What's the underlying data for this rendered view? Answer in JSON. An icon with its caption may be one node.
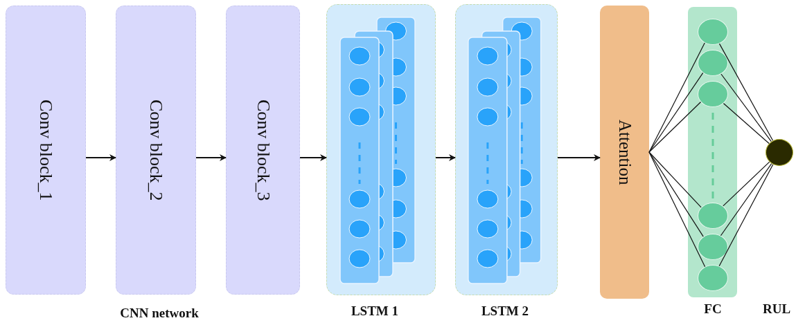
{
  "diagram": {
    "nodes": [
      {
        "text": [
          "Conv block_1"
        ]
      },
      {
        "text": [
          "Conv block_2"
        ]
      },
      {
        "text": [
          "Conv block_3"
        ]
      },
      {
        "text": [
          "LSTM 1"
        ]
      },
      {
        "text": [
          "LSTM 2"
        ]
      },
      {
        "text": [
          "Attention"
        ]
      },
      {
        "text": [
          "FC"
        ]
      },
      {
        "text": [],
        "shape": "circle",
        "in": 6
      },
      {
        "text": [],
        "shape": "circle",
        "in": 6
      },
      {
        "text": [],
        "shape": "circle",
        "in": 6
      },
      {
        "text": [],
        "shape": "circle",
        "in": 6
      },
      {
        "text": [],
        "shape": "circle",
        "in": 6
      },
      {
        "text": [],
        "shape": "circle",
        "in": 6
      },
      {
        "text": [],
        "shape": "circle"
      }
    ],
    "edges": [
      {
        "from": 0,
        "to": 1,
        "arrow": "to"
      },
      {
        "from": 1,
        "to": 2,
        "arrow": "to"
      },
      {
        "from": 2,
        "to": 3,
        "arrow": "to"
      },
      {
        "from": 3,
        "to": 4,
        "arrow": "to"
      },
      {
        "from": 4,
        "to": 5,
        "arrow": "to"
      },
      {
        "from": 5,
        "to": 7,
        "arrow": "none"
      },
      {
        "from": 5,
        "to": 8,
        "arrow": "none"
      },
      {
        "from": 5,
        "to": 9,
        "arrow": "none"
      },
      {
        "from": 5,
        "to": 10,
        "arrow": "none"
      },
      {
        "from": 5,
        "to": 11,
        "arrow": "none"
      },
      {
        "from": 5,
        "to": 12,
        "arrow": "none"
      },
      {
        "from": 7,
        "to": 13,
        "arrow": "none"
      },
      {
        "from": 8,
        "to": 13,
        "arrow": "none"
      },
      {
        "from": 9,
        "to": 13,
        "arrow": "none"
      },
      {
        "from": 10,
        "to": 13,
        "arrow": "none"
      },
      {
        "from": 11,
        "to": 13,
        "arrow": "none"
      },
      {
        "from": 12,
        "to": 13,
        "arrow": "none"
      }
    ],
    "labels": [
      "CNN network",
      "RUL"
    ]
  }
}
